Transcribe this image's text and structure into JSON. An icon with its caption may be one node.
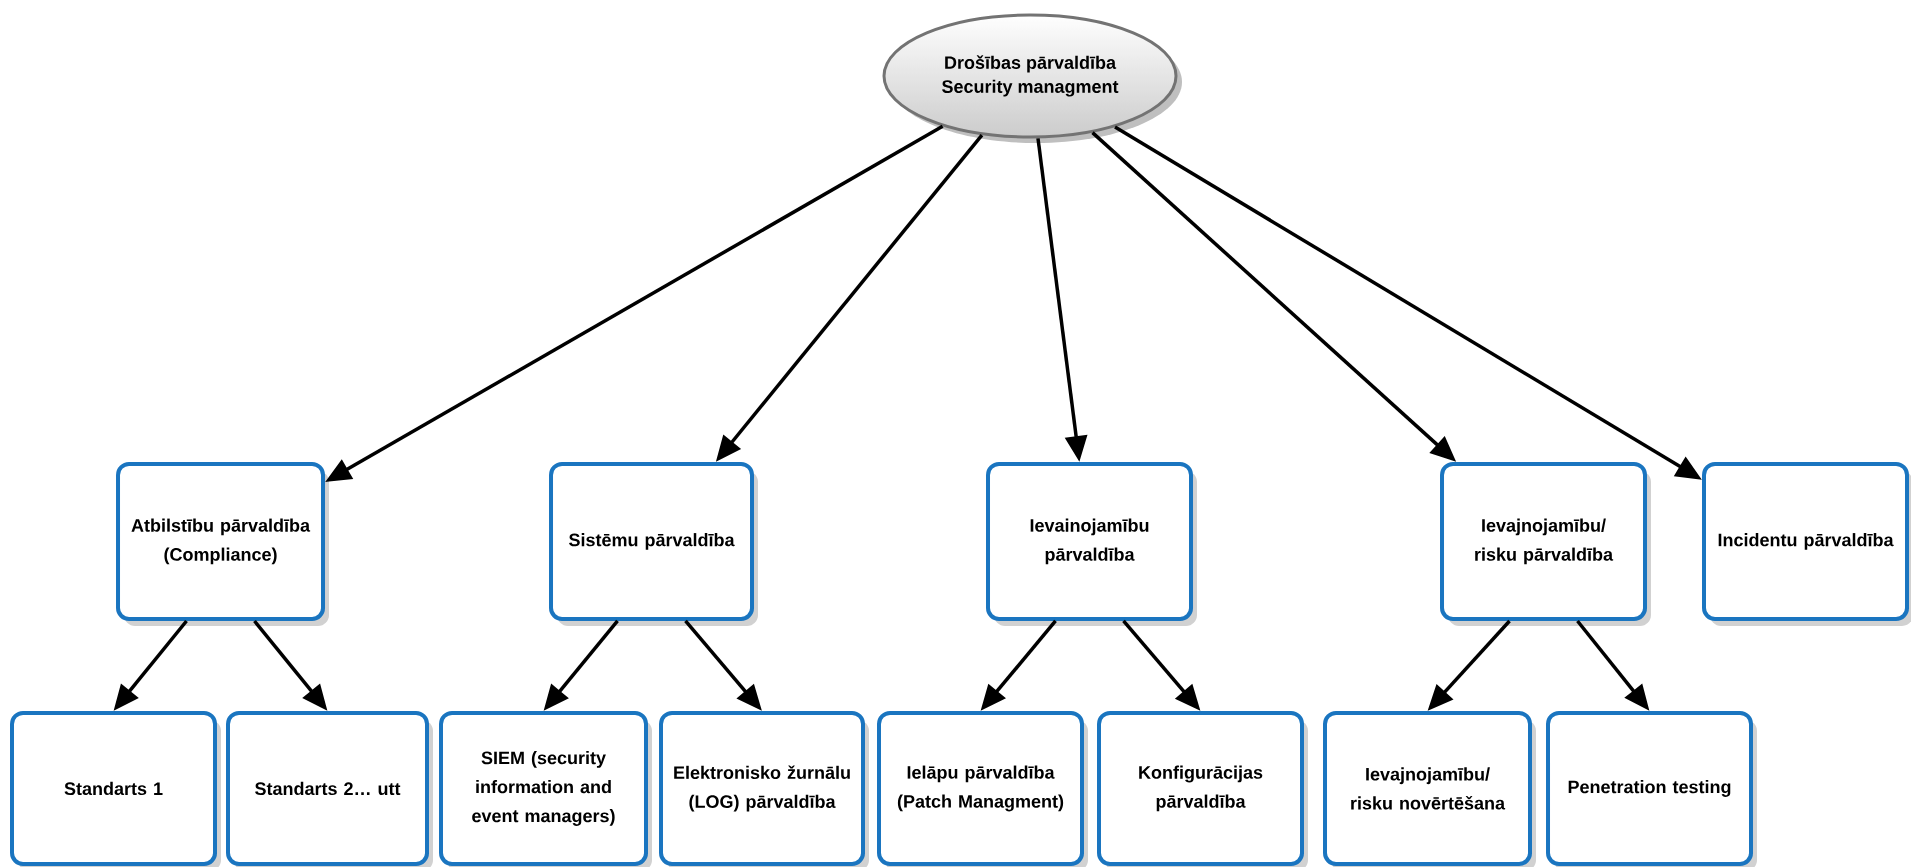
{
  "diagram": {
    "nodes": [
      {
        "text": [
          "Drošības pārvaldība",
          "Security managment"
        ]
      },
      {
        "text": [
          "Atbilstību pārvaldība (Compliance)"
        ]
      },
      {
        "text": [
          "Sistēmu pārvaldība"
        ]
      },
      {
        "text": [
          "Ievainojamību pārvaldība"
        ]
      },
      {
        "text": [
          "Ievajnojamību/ risku pārvaldība"
        ]
      },
      {
        "text": [
          "Incidentu pārvaldība"
        ]
      },
      {
        "text": [
          "Standarts 1"
        ]
      },
      {
        "text": [
          "Standarts 2… utt"
        ]
      },
      {
        "text": [
          "SIEM (security information and event managers)"
        ]
      },
      {
        "text": [
          "Elektronisko žurnālu (LOG) pārvaldība"
        ]
      },
      {
        "text": [
          "Ielāpu pārvaldība (Patch Managment)"
        ]
      },
      {
        "text": [
          "Konfigurācijas pārvaldība"
        ]
      },
      {
        "text": [
          "Ievajnojamību/ risku novērtēšana"
        ]
      },
      {
        "text": [
          "Penetration testing"
        ]
      }
    ],
    "edges": [
      {
        "from": 0,
        "to": 1,
        "arrow": "to"
      },
      {
        "from": 0,
        "to": 2,
        "arrow": "to"
      },
      {
        "from": 0,
        "to": 3,
        "arrow": "to"
      },
      {
        "from": 0,
        "to": 4,
        "arrow": "to"
      },
      {
        "from": 0,
        "to": 5,
        "arrow": "to"
      },
      {
        "from": 1,
        "to": 6,
        "arrow": "to"
      },
      {
        "from": 1,
        "to": 7,
        "arrow": "to"
      },
      {
        "from": 2,
        "to": 8,
        "arrow": "to"
      },
      {
        "from": 2,
        "to": 9,
        "arrow": "to"
      },
      {
        "from": 3,
        "to": 10,
        "arrow": "to"
      },
      {
        "from": 3,
        "to": 11,
        "arrow": "to"
      },
      {
        "from": 4,
        "to": 12,
        "arrow": "to"
      },
      {
        "from": 4,
        "to": 13,
        "arrow": "to"
      }
    ]
  }
}
